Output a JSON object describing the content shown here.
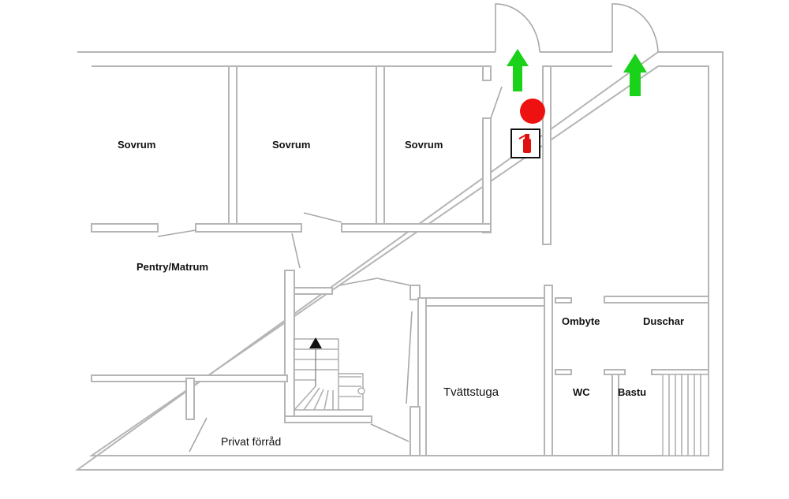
{
  "rooms": {
    "sovrum_1": "Sovrum",
    "sovrum_2": "Sovrum",
    "sovrum_3": "Sovrum",
    "pentry": "Pentry/Matrum",
    "tvattstuga": "Tvättstuga",
    "ombyte": "Ombyte",
    "duschar": "Duschar",
    "wc": "WC",
    "bastu": "Bastu",
    "forrad": "Privat förråd"
  },
  "symbols": {
    "exit_arrow_icon": "arrow-up",
    "exit_arrow_color": "#19d219",
    "assembly_point_color": "#ee1111",
    "extinguisher_color": "#e01010",
    "stair_direction_icon": "triangle-up"
  }
}
